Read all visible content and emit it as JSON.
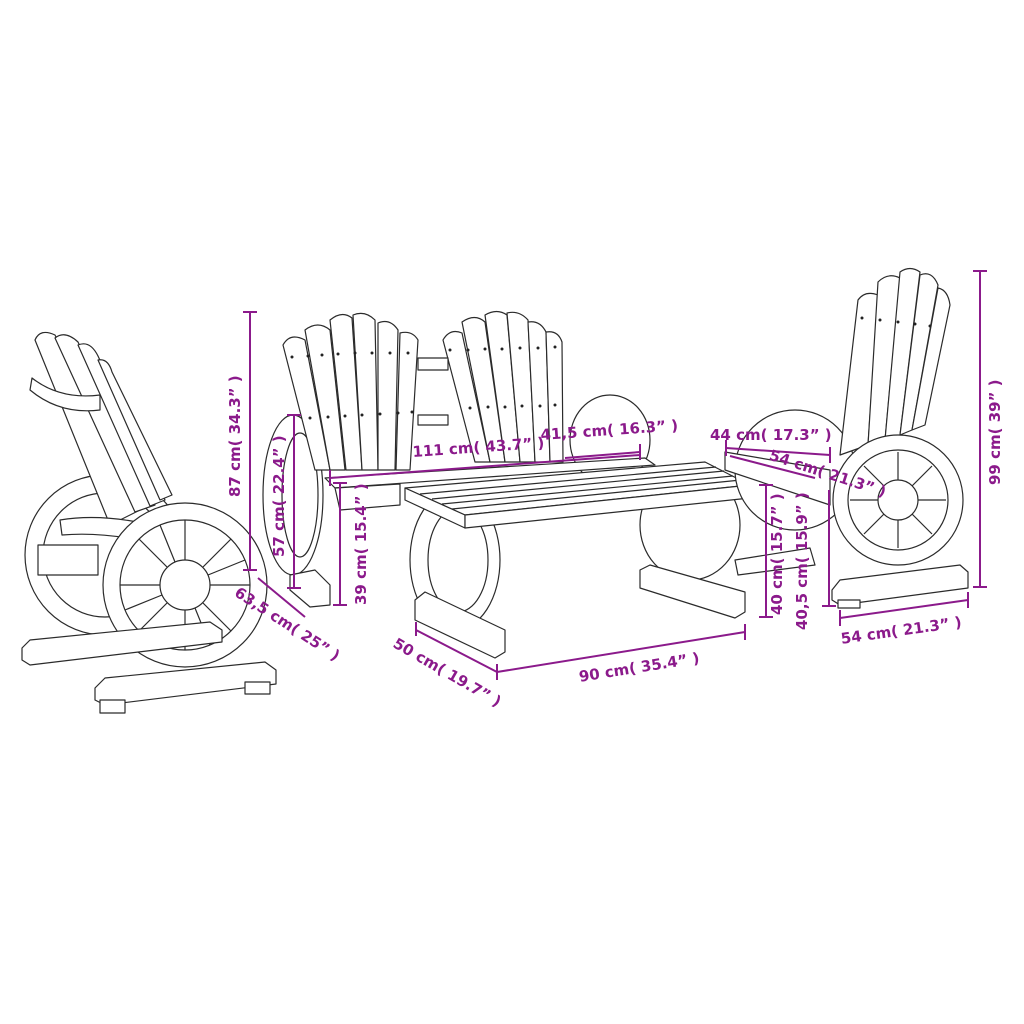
{
  "diagram": {
    "type": "product-dimension-drawing",
    "subject": "4-piece wagon-wheel garden lounge set (2 chairs, 1 bench, 1 table)",
    "line_color": "#2b2b2b",
    "dimension_color": "#8b1a8b",
    "dimensions": {
      "bench_height": "87 cm( 34.3” )",
      "bench_armrest_height": "57 cm( 22.4” )",
      "bench_seat_height": "39 cm( 15.4” )",
      "bench_depth": "63,5 cm( 25” )",
      "bench_width": "111 cm( 43.7” )",
      "bench_seat_depth": "41,5 cm( 16.3” )",
      "table_depth": "50 cm( 19.7” )",
      "table_width": "90 cm( 35.4” )",
      "table_height": "40 cm( 15.7” )",
      "chair_seat_width": "44 cm( 17.3” )",
      "chair_seat_depth": "54 cm( 21.3” )",
      "chair_seat_height": "40,5 cm( 15.9” )",
      "chair_base_width": "54 cm( 21.3” )",
      "chair_height": "99 cm( 39” )"
    }
  }
}
